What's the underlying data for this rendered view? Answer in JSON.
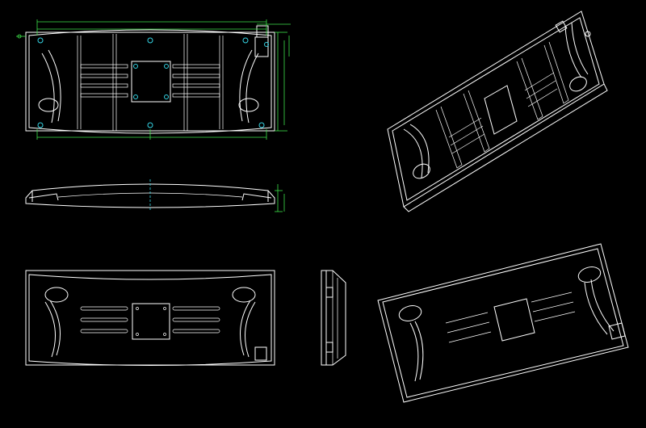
{
  "drawing": {
    "background": "#000000",
    "line_color": "#ffffff",
    "dimension_color": "#3ee24a",
    "center_mark_color": "#35d6e6",
    "views": [
      "top-view",
      "front-elevation",
      "isometric-back-view",
      "bottom-view",
      "side-elevation",
      "isometric-front-view"
    ]
  }
}
